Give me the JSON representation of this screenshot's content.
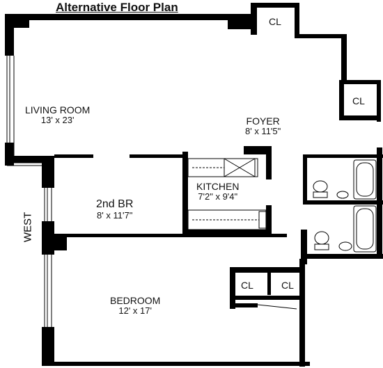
{
  "title": "Alternative Floor Plan",
  "compass": "WEST",
  "rooms": {
    "living": {
      "name": "LIVING ROOM",
      "dim": "13' x 23'"
    },
    "foyer": {
      "name": "FOYER",
      "dim": "8' x 11'5\""
    },
    "kitchen": {
      "name": "KITCHEN",
      "dim": "7'2\" x 9'4\""
    },
    "br2": {
      "name": "2nd BR",
      "dim": "8' x 11'7\""
    },
    "bedroom": {
      "name": "BEDROOM",
      "dim": "12' x 17'"
    }
  },
  "closets": {
    "top": "CL",
    "right": "CL",
    "bottom_left": "CL",
    "bottom_right": "CL"
  }
}
